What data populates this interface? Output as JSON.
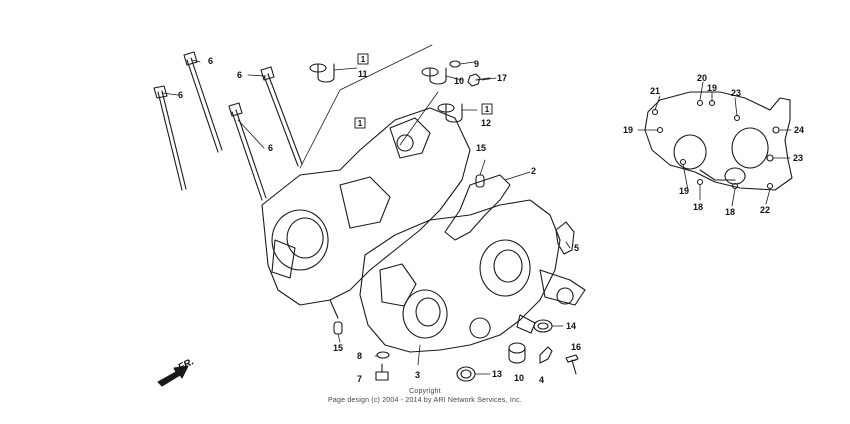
{
  "callouts": {
    "c1": "1",
    "c2": "2",
    "c3": "3",
    "c4": "4",
    "c5": "5",
    "c6": "6",
    "c7": "7",
    "c8": "8",
    "c9": "9",
    "c10": "10",
    "c11": "11",
    "c12": "12",
    "c13": "13",
    "c14": "14",
    "c15": "15",
    "c16": "16",
    "c17": "17",
    "c18": "18",
    "c19": "19",
    "c20": "20",
    "c21": "21",
    "c22": "22",
    "c23": "23",
    "c24": "24"
  },
  "direction_label": "FR.",
  "copyright": {
    "line1": "Copyright",
    "line2": "Page design (c) 2004 - 2014 by ARI Network Services, Inc."
  }
}
